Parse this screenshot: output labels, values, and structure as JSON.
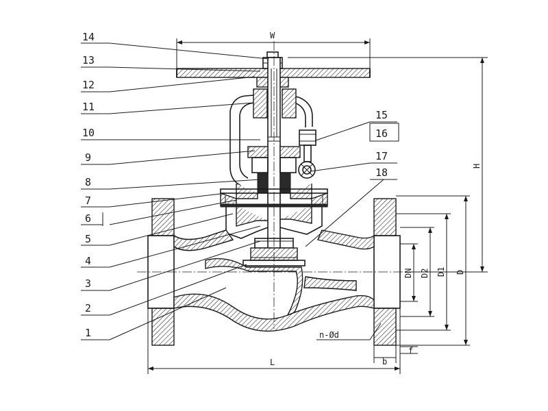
{
  "diagram": {
    "part_numbers": [
      "1",
      "2",
      "3",
      "4",
      "5",
      "6",
      "7",
      "8",
      "9",
      "10",
      "11",
      "12",
      "13",
      "14",
      "15",
      "16",
      "17",
      "18"
    ],
    "dimensions": {
      "width": "W",
      "height": "H",
      "length": "L",
      "nominal": "DN",
      "d2": "D2",
      "d1": "D1",
      "d": "D",
      "holes": "n-Ød",
      "flange_thickness": "b",
      "raised_face": "f"
    }
  }
}
